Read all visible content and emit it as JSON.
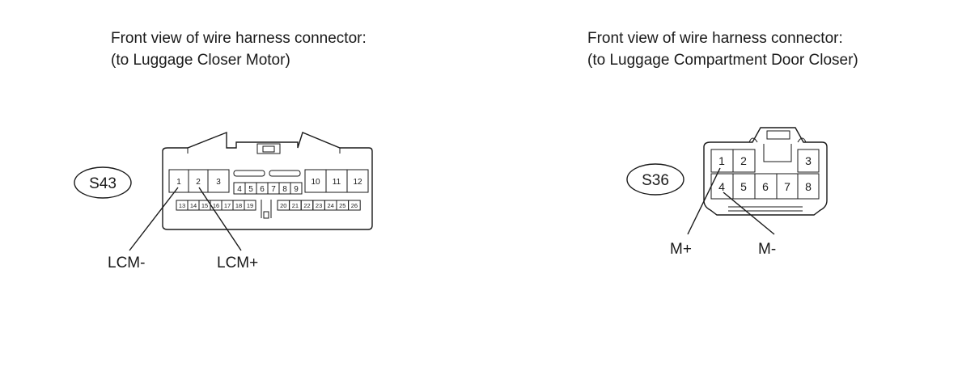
{
  "left_connector": {
    "caption_line1": "Front view of wire harness connector:",
    "caption_line2": "(to Luggage Closer Motor)",
    "id": "S43",
    "top_pins": [
      "1",
      "2",
      "3"
    ],
    "top_right_pins": [
      "10",
      "11",
      "12"
    ],
    "middle_pins": [
      "4",
      "5",
      "6",
      "7",
      "8",
      "9"
    ],
    "bottom_left_pins": [
      "13",
      "14",
      "15",
      "16",
      "17",
      "18",
      "19"
    ],
    "bottom_right_pins": [
      "20",
      "21",
      "22",
      "23",
      "24",
      "25",
      "26"
    ],
    "signal_1": "LCM-",
    "signal_2": "LCM+"
  },
  "right_connector": {
    "caption_line1": "Front view of wire harness connector:",
    "caption_line2": "(to Luggage Compartment Door Closer)",
    "id": "S36",
    "top_pins": [
      "1",
      "2",
      "3"
    ],
    "bottom_pins": [
      "4",
      "5",
      "6",
      "7",
      "8"
    ],
    "signal_1": "M+",
    "signal_2": "M-"
  }
}
